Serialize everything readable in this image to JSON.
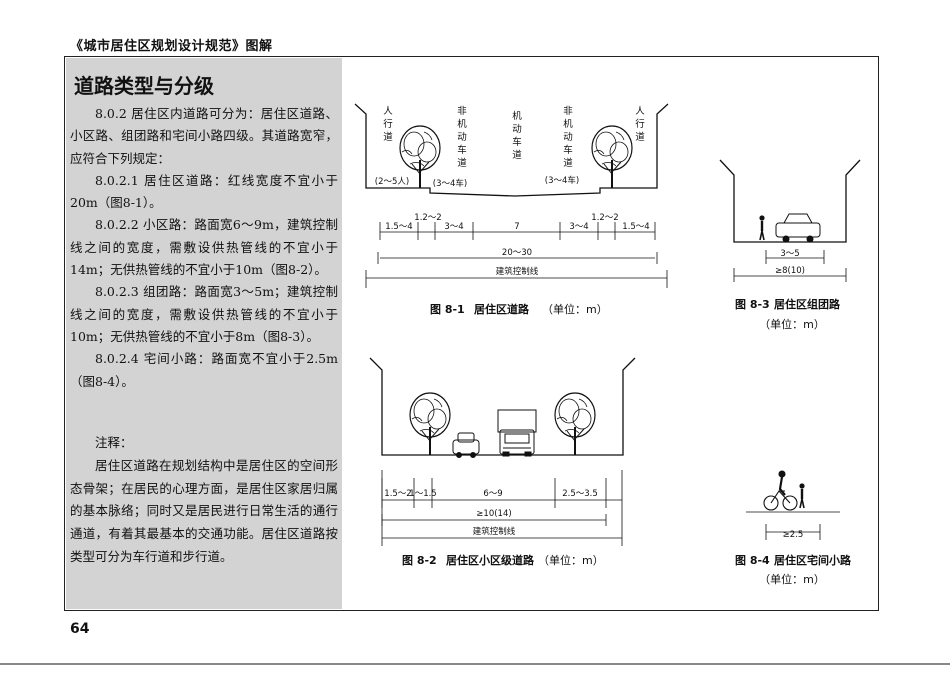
{
  "header": "《城市居住区规划设计规范》图解",
  "section_title": "道路类型与分级",
  "clauses": [
    "8.0.2  居住区内道路可分为：居住区道路、小区路、组团路和宅间小路四级。其道路宽窄，应符合下列规定：",
    "8.0.2.1  居住区道路：红线宽度不宜小于20m（图8-1）。",
    "8.0.2.2  小区路：路面宽6～9m，建筑控制线之间的宽度，需敷设供热管线的不宜小于14m；无供热管线的不宜小于10m（图8-2）。",
    "8.0.2.3  组团路：路面宽3～5m；建筑控制线之间的宽度，需敷设供热管线的不宜小于10m；无供热管线的不宜小于8m（图8-3）。",
    "8.0.2.4  宅间小路：路面宽不宜小于2.5m（图8-4）。"
  ],
  "notes_title": "注释：",
  "notes_text": "居住区道路在规划结构中是居住区的空间形态骨架；在居民的心理方面，是居住区家居归属的基本脉络；同时又是居民进行日常生活的通行通道，有着其最基本的交通功能。居住区道路按类型可分为车行道和步行道。",
  "fig1": {
    "labels": {
      "ped_l": [
        "人",
        "行",
        "道"
      ],
      "nmv_l": [
        "非",
        "机",
        "动",
        "车",
        "道"
      ],
      "mv": [
        "机",
        "动",
        "车",
        "道"
      ],
      "nmv_r": [
        "非",
        "机",
        "动",
        "车",
        "道"
      ],
      "ped_r": [
        "人",
        "行",
        "道"
      ]
    },
    "lanes_l": "(2～5人)",
    "lanes_nl": "(3～4车)",
    "lanes_nr": "(3～4车)",
    "dims": [
      "1.5～4",
      "1.2～2",
      "3～4",
      "7",
      "3～4",
      "1.2～2",
      "1.5～4"
    ],
    "total": "20～30",
    "control": "建筑控制线",
    "caption_num": "图 8-1",
    "caption": "居住区道路",
    "unit": "（单位：m）"
  },
  "fig2": {
    "dims": [
      "1.5～2",
      "1～1.5",
      "6～9",
      "2.5～3.5"
    ],
    "total": "≥10(14)",
    "control": "建筑控制线",
    "caption_num": "图 8-2",
    "caption": "居住区小区级道路",
    "unit": "（单位：m）"
  },
  "fig3": {
    "dim": "3～5",
    "total": "≥8(10)",
    "caption_num": "图 8-3",
    "caption": "居住区组团路",
    "unit": "（单位：m）"
  },
  "fig4": {
    "dim": "≥2.5",
    "caption_num": "图 8-4",
    "caption": "居住区宅间小路",
    "unit": "（单位：m）"
  },
  "page_number": "64"
}
